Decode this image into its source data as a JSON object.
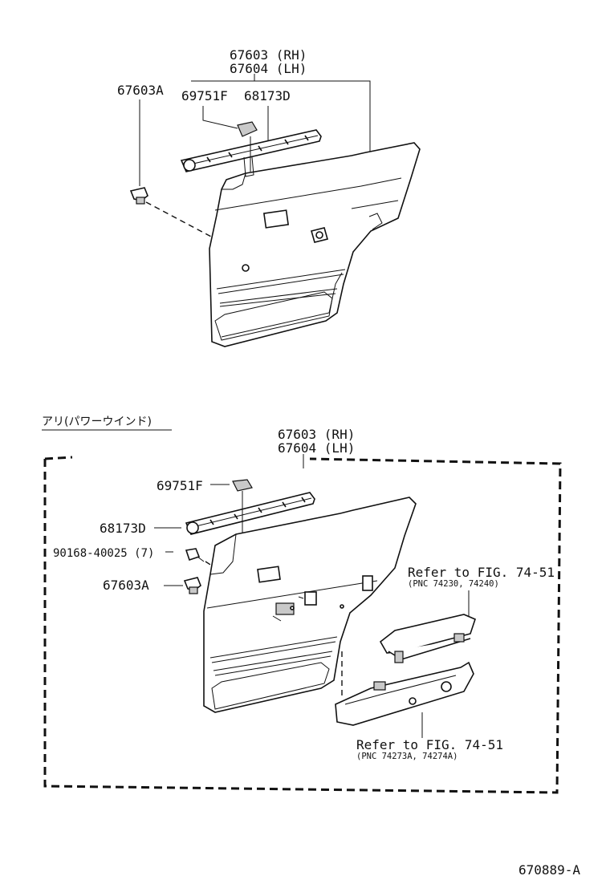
{
  "top": {
    "panel_rh": "67603 (RH)",
    "panel_lh": "67604 (LH)",
    "clip": "67603A",
    "cover": "69751F",
    "weatherstrip": "68173D"
  },
  "bottom": {
    "heading": "アリ(パワーウインド)",
    "panel_rh": "67603 (RH)",
    "panel_lh": "67604 (LH)",
    "cover": "69751F",
    "weatherstrip": "68173D",
    "screw": "90168-40025 (7)",
    "clip": "67603A",
    "ref1_title": "Refer to FIG. 74-51",
    "ref1_pnc": "(PNC 74230, 74240)",
    "ref2_title": "Refer to FIG. 74-51",
    "ref2_pnc": "(PNC 74273A, 74274A)"
  },
  "figure_code": "670889-A"
}
